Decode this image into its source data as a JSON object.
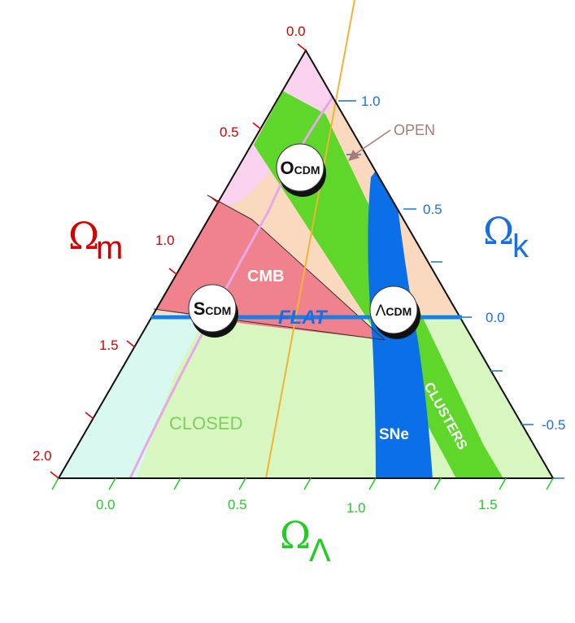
{
  "axes": {
    "omega_m": {
      "symbol": "Ω",
      "subscript": "m",
      "color": "#d40000",
      "ticks": [
        "0.0",
        "0.5",
        "1.0",
        "1.5",
        "2.0"
      ]
    },
    "omega_k": {
      "symbol": "Ω",
      "subscript": "k",
      "color": "#1a6fe0",
      "ticks": [
        "1.0",
        "0.5",
        "0.0",
        "-0.5"
      ]
    },
    "omega_lambda": {
      "symbol": "Ω",
      "subscript": "Λ",
      "color": "#22cc22",
      "ticks": [
        "0.0",
        "0.5",
        "1.0",
        "1.5"
      ]
    }
  },
  "regions": {
    "open": "OPEN",
    "closed": "CLOSED",
    "flat": "FLAT",
    "cmb": "CMB",
    "sne": "SNe",
    "clusters": "CLUSTERS"
  },
  "models": {
    "ocdm": {
      "cap": "O",
      "rest": "CDM"
    },
    "scdm": {
      "cap": "S",
      "rest": "CDM"
    },
    "lcdm": {
      "cap": "Λ",
      "rest": "CDM"
    }
  },
  "colors": {
    "open_band": "#fbd9bf",
    "pink_band": "#fbd3ee",
    "closed_area": "#d7f6c0",
    "cyan_band": "#d9f8f0",
    "cmb": "#f0828e",
    "clusters": "#5ed62a",
    "sne": "#0b70e8",
    "flat_line": "#1a7de8",
    "orange_line": "#f2b233"
  }
}
